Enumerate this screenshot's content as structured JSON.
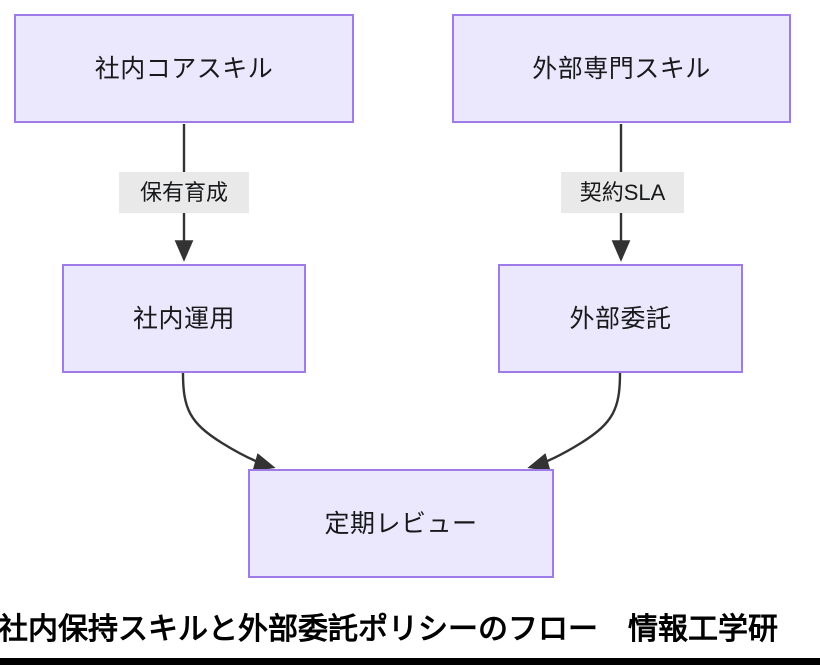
{
  "diagram": {
    "type": "flowchart",
    "direction": "top-down",
    "theme": {
      "node_fill": "#ebe8fd",
      "node_border": "#9f7bea",
      "node_text": "#18191b",
      "edge_stroke": "#333333",
      "edge_label_bg": "#e9e9e9",
      "canvas_bg": "#ffffff",
      "caption_color": "#000000"
    },
    "nodes": [
      {
        "id": "core-skill",
        "label": "社内コアスキル"
      },
      {
        "id": "external-skill",
        "label": "外部専門スキル"
      },
      {
        "id": "internal-ops",
        "label": "社内運用"
      },
      {
        "id": "external-outsourcing",
        "label": "外部委託"
      },
      {
        "id": "periodic-review",
        "label": "定期レビュー"
      }
    ],
    "edges": [
      {
        "from": "core-skill",
        "to": "internal-ops",
        "label": "保有育成"
      },
      {
        "from": "external-skill",
        "to": "external-outsourcing",
        "label": "契約SLA"
      },
      {
        "from": "internal-ops",
        "to": "periodic-review",
        "label": ""
      },
      {
        "from": "external-outsourcing",
        "to": "periodic-review",
        "label": ""
      }
    ]
  },
  "caption": {
    "text": "社内保持スキルと外部委託ポリシーのフロー　情報工学研"
  }
}
